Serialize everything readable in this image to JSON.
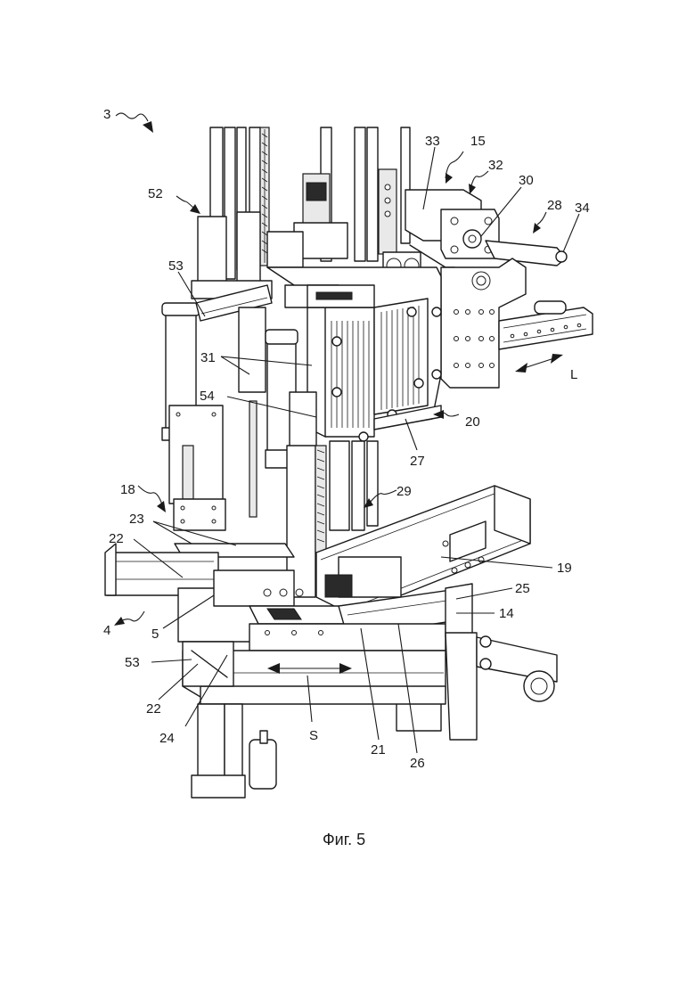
{
  "figure": {
    "caption": "Фиг. 5",
    "labels": {
      "l3": "3",
      "l15": "15",
      "l33": "33",
      "l32": "32",
      "l30": "30",
      "l28": "28",
      "l34": "34",
      "l52": "52",
      "l53top": "53",
      "l31": "31",
      "lL": "L",
      "l54": "54",
      "l20": "20",
      "l27": "27",
      "l18": "18",
      "l29": "29",
      "l23": "23",
      "l22top": "22",
      "l19": "19",
      "l25": "25",
      "l4": "4",
      "l5": "5",
      "l14": "14",
      "l53bot": "53",
      "l22bot": "22",
      "l24": "24",
      "lS": "S",
      "l21": "21",
      "l26": "26"
    }
  }
}
